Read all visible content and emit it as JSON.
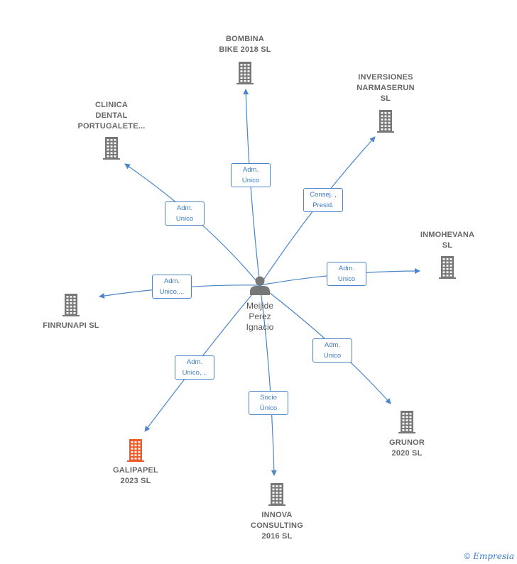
{
  "colors": {
    "edge": "#4a86c8",
    "building": "#777777",
    "building_highlight": "#ee5a2a",
    "person": "#777777",
    "label": "#666666"
  },
  "center": {
    "label": "Meijide\nPerez\nIgnacio",
    "icon": "person-icon"
  },
  "nodes": [
    {
      "id": "bombina",
      "label": "BOMBINA\nBIKE 2018  SL",
      "icon": "building-icon",
      "highlight": false
    },
    {
      "id": "inversiones",
      "label": "INVERSIONES\nNARMASERUN\nSL",
      "icon": "building-icon",
      "highlight": false
    },
    {
      "id": "clinica",
      "label": "CLINICA\nDENTAL\nPORTUGALETE...",
      "icon": "building-icon",
      "highlight": false
    },
    {
      "id": "inmohevana",
      "label": "INMOHEVANA\nSL",
      "icon": "building-icon",
      "highlight": false
    },
    {
      "id": "finrunapi",
      "label": "FINRUNAPI  SL",
      "icon": "building-icon",
      "highlight": false
    },
    {
      "id": "galipapel",
      "label": "GALIPAPEL\n2023  SL",
      "icon": "building-icon",
      "highlight": true
    },
    {
      "id": "grunor",
      "label": "GRUNOR\n2020  SL",
      "icon": "building-icon",
      "highlight": false
    },
    {
      "id": "innova",
      "label": "INNOVA\nCONSULTING\n2016  SL",
      "icon": "building-icon",
      "highlight": false
    }
  ],
  "edges": [
    {
      "to": "bombina",
      "label": "Adm.\nUnico"
    },
    {
      "to": "inversiones",
      "label": "Consej. ,\nPresid."
    },
    {
      "to": "clinica",
      "label": "Adm.\nUnico"
    },
    {
      "to": "inmohevana",
      "label": "Adm.\nUnico"
    },
    {
      "to": "finrunapi",
      "label": "Adm.\nUnico,..."
    },
    {
      "to": "galipapel",
      "label": "Adm.\nUnico,..."
    },
    {
      "to": "grunor",
      "label": "Adm.\nUnico"
    },
    {
      "to": "innova",
      "label": "Socio\nÚnico"
    }
  ],
  "brand": {
    "copyright": "©",
    "name": "Empresia"
  }
}
